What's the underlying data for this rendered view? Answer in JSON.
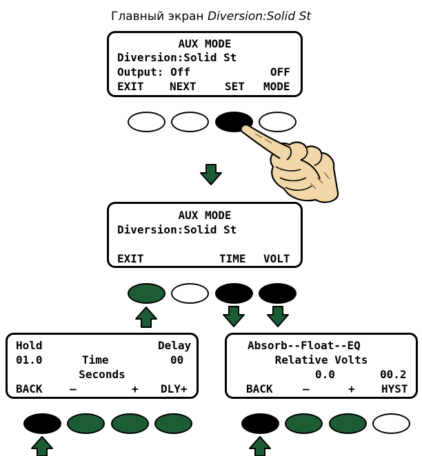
{
  "caption": {
    "prefix": "Главный экран ",
    "emph": "Diversion:Solid St"
  },
  "screen1": {
    "line1": "AUX MODE",
    "line2": "Diversion:Solid St",
    "line3_left": "Output: Off",
    "line3_right": "OFF",
    "softkeys": [
      "EXIT",
      "NEXT",
      "SET",
      "MODE"
    ]
  },
  "screen2": {
    "line1": "AUX MODE",
    "line2": "Diversion:Solid St",
    "softkeys": [
      "EXIT",
      "TIME",
      "VOLT"
    ]
  },
  "screen3": {
    "l1_left": "Hold",
    "l1_right": "Delay",
    "l2_left": "01.0",
    "l2_mid": "Time",
    "l2_right": "00",
    "l3": "Seconds",
    "softkeys": [
      "BACK",
      "–",
      "+",
      "DLY+"
    ]
  },
  "screen4": {
    "l1": "Absorb--Float--EQ",
    "l2": "Relative Volts",
    "l3_left": "0.0",
    "l3_right": "00.2",
    "softkeys": [
      "BACK",
      "–",
      "+",
      "HYST"
    ]
  },
  "colors": {
    "green": "#1d5d36",
    "black": "#000000",
    "white": "#ffffff"
  }
}
